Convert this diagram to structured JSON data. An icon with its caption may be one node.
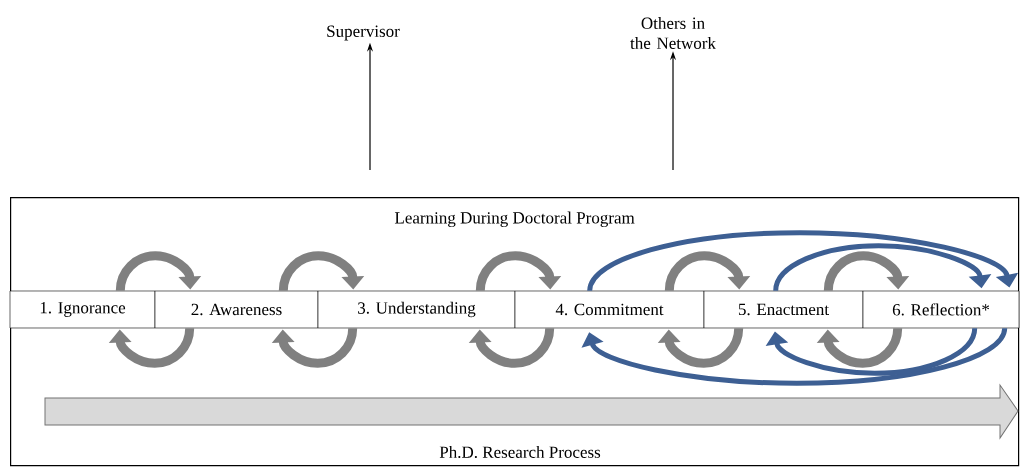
{
  "diagram": {
    "nodes": [
      {
        "text": [
          "Supervisor"
        ]
      },
      {
        "text": [
          "Others in the Network"
        ]
      },
      {
        "text": [
          "Learning During Doctoral Program"
        ]
      },
      {
        "text": [
          "1. Ignorance"
        ],
        "in": 2
      },
      {
        "text": [
          "2. Awareness"
        ],
        "in": 2
      },
      {
        "text": [
          "3. Understanding"
        ],
        "in": 2
      },
      {
        "text": [
          "4. Commitment"
        ],
        "in": 2
      },
      {
        "text": [
          "5. Enactment"
        ],
        "in": 2
      },
      {
        "text": [
          "6. Reflection*"
        ],
        "in": 2
      }
    ],
    "edges": [
      {
        "from": null,
        "to": 0,
        "arrow": "to",
        "color": "#000000"
      },
      {
        "from": null,
        "to": 1,
        "arrow": "to",
        "color": "#000000"
      },
      {
        "from": 3,
        "to": 4,
        "arrow": "to"
      },
      {
        "from": 4,
        "to": 3,
        "arrow": "to"
      },
      {
        "from": 4,
        "to": 5,
        "arrow": "to"
      },
      {
        "from": 5,
        "to": 4,
        "arrow": "to"
      },
      {
        "from": 5,
        "to": 6,
        "arrow": "to"
      },
      {
        "from": 6,
        "to": 5,
        "arrow": "to"
      },
      {
        "from": 6,
        "to": 7,
        "arrow": "to"
      },
      {
        "from": 7,
        "to": 6,
        "arrow": "to"
      },
      {
        "from": 7,
        "to": 8,
        "arrow": "to"
      },
      {
        "from": 8,
        "to": 7,
        "arrow": "to"
      },
      {
        "from": 6,
        "to": 8,
        "arrow": "to",
        "color": "#3d5f93"
      },
      {
        "from": 8,
        "to": 6,
        "arrow": "to",
        "color": "#3d5f93"
      },
      {
        "from": 7,
        "to": 8,
        "arrow": "to",
        "color": "#3d5f93"
      },
      {
        "from": 8,
        "to": 7,
        "arrow": "to",
        "color": "#3d5f93"
      }
    ],
    "labels": [
      "Ph.D. Research Process"
    ]
  }
}
